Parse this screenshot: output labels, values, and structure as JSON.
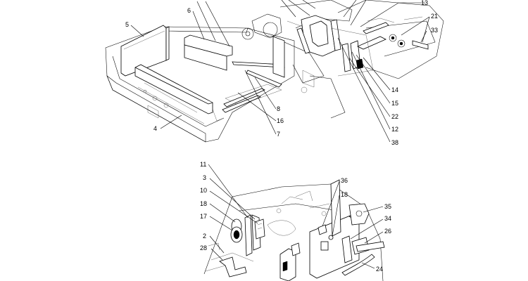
{
  "diagram": {
    "top_callouts": [
      {
        "id": "5",
        "label": "5"
      },
      {
        "id": "6",
        "label": "6"
      },
      {
        "id": "4",
        "label": "4"
      },
      {
        "id": "8",
        "label": "8"
      },
      {
        "id": "16",
        "label": "16"
      },
      {
        "id": "7",
        "label": "7"
      },
      {
        "id": "13",
        "label": "13"
      },
      {
        "id": "21",
        "label": "21"
      },
      {
        "id": "33",
        "label": "33"
      },
      {
        "id": "14",
        "label": "14"
      },
      {
        "id": "15",
        "label": "15"
      },
      {
        "id": "22",
        "label": "22"
      },
      {
        "id": "12",
        "label": "12"
      },
      {
        "id": "38",
        "label": "38"
      }
    ],
    "bottom_callouts": [
      {
        "id": "11",
        "label": "11"
      },
      {
        "id": "3",
        "label": "3"
      },
      {
        "id": "10",
        "label": "10"
      },
      {
        "id": "18a",
        "label": "18"
      },
      {
        "id": "17",
        "label": "17"
      },
      {
        "id": "2",
        "label": "2"
      },
      {
        "id": "28",
        "label": "28"
      },
      {
        "id": "36",
        "label": "36"
      },
      {
        "id": "18b",
        "label": "18"
      },
      {
        "id": "35",
        "label": "35"
      },
      {
        "id": "34",
        "label": "34"
      },
      {
        "id": "26",
        "label": "26"
      },
      {
        "id": "24",
        "label": "24"
      }
    ]
  }
}
